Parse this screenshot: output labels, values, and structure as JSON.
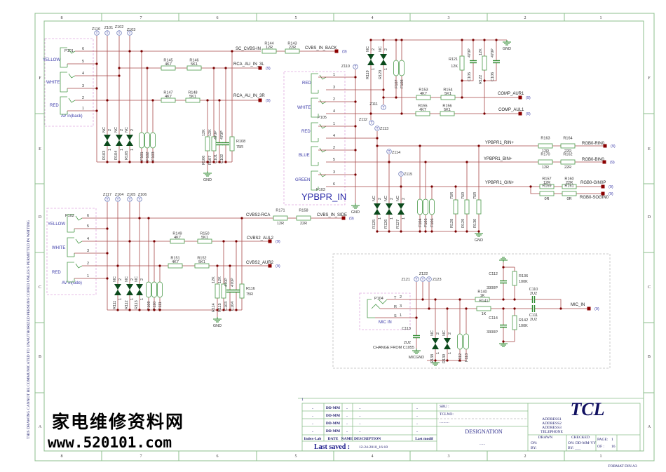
{
  "sheet": {
    "columns": [
      "8",
      "7",
      "6",
      "5",
      "4",
      "3",
      "2",
      "1"
    ],
    "rows": [
      "F",
      "E",
      "D",
      "C",
      "B",
      "A"
    ],
    "disclaimer": "THIS DRAWING CANNOT BE COMMUNICATED TO UNAUTHORIZED PERSONS COPIED UNLES S PERMITTED IN WRITING",
    "format": "FORMAT DIN A3",
    "revision_digit": "1"
  },
  "colors": {
    "wire": "#a84848",
    "junction": "#7a0000",
    "component": "#4a9a4a",
    "tvs": "#0b4a1c",
    "label_blue": "#3a3aa8",
    "frame": "#8cbf8c",
    "brand": "#101060"
  },
  "connectors": {
    "P101": {
      "ref": "P101",
      "label": "AV in(back)",
      "jacks": [
        "YELLOW",
        "WHITE",
        "RED"
      ],
      "pins": [
        "6",
        "5",
        "4",
        "3",
        "2",
        "1"
      ]
    },
    "P102": {
      "ref": "P102",
      "label": "AV in(side)",
      "jacks": [
        "YELLOW",
        "WHITE",
        "RED"
      ],
      "pins": [
        "6",
        "5",
        "4",
        "3",
        "2",
        "1"
      ]
    },
    "P105": {
      "ref": "P105",
      "jacks": [
        "RED",
        "WHITE"
      ],
      "pins": [
        "1",
        "3",
        "2",
        "4"
      ]
    },
    "P103": {
      "ref": "P103",
      "title": "YPBPR_IN",
      "jacks": [
        "RED",
        "BLUE",
        "GREEN"
      ],
      "pins": [
        "1",
        "4",
        "2",
        "5",
        "3",
        "6"
      ]
    },
    "P104": {
      "ref": "P104",
      "label": "MIC IN",
      "pins": [
        {
          "name": "T",
          "num": "2"
        },
        {
          "name": "R",
          "num": "3"
        },
        {
          "name": "S",
          "num": "1"
        }
      ]
    }
  },
  "testpoints": {
    "glyph": "T",
    "Z116": "Z116",
    "Z101": "Z101",
    "Z102": "Z102",
    "Z103": "Z103",
    "Z110": "Z110",
    "Z111": "Z111",
    "Z112": "Z112",
    "Z113": "Z113",
    "Z114": "Z114",
    "Z115": "Z115",
    "Z117": "Z117",
    "Z104": "Z104",
    "Z105": "Z105",
    "Z106": "Z106",
    "Z121": "Z121",
    "Z122": "Z122",
    "Z123": "Z123"
  },
  "tvs_pins": {
    "top": "2",
    "bottom": "1"
  },
  "parts": {
    "R144": {
      "ref": "R144",
      "value": "12R"
    },
    "R143": {
      "ref": "R143",
      "value": "22R"
    },
    "R145": {
      "ref": "R145",
      "value": "4K7"
    },
    "R146": {
      "ref": "R146",
      "value": "5K1"
    },
    "R147": {
      "ref": "R147",
      "value": "4K7"
    },
    "R148": {
      "ref": "R148",
      "value": "5K1"
    },
    "R103": {
      "ref": "R103",
      "value": "NC"
    },
    "R104": {
      "ref": "R104",
      "value": "NC"
    },
    "R105": {
      "ref": "R105",
      "value": "NC"
    },
    "F101": {
      "ref": "F101"
    },
    "F102": {
      "ref": "F102"
    },
    "F103": {
      "ref": "F103"
    },
    "R106": {
      "ref": "R106",
      "value": "12K"
    },
    "R107": {
      "ref": "R107",
      "value": "12K"
    },
    "C101": {
      "ref": "C101",
      "value": "470P"
    },
    "C102": {
      "ref": "C102",
      "value": "470P"
    },
    "R108": {
      "ref": "R108",
      "value": "75R"
    },
    "R119": {
      "ref": "R119",
      "value": "NC"
    },
    "R120": {
      "ref": "R120",
      "value": "NC"
    },
    "F107": {
      "ref": "F107"
    },
    "F108": {
      "ref": "F108"
    },
    "R121": {
      "ref": "R121",
      "value": "12K"
    },
    "C105": {
      "ref": "C105",
      "value": "470P"
    },
    "R122": {
      "ref": "R122",
      "value": "12K"
    },
    "C106": {
      "ref": "C106",
      "value": "470P"
    },
    "R153": {
      "ref": "R153",
      "value": "4K7"
    },
    "R154": {
      "ref": "R154",
      "value": "5K1"
    },
    "R155": {
      "ref": "R155",
      "value": "4K7"
    },
    "R156": {
      "ref": "R156",
      "value": "5K1"
    },
    "R163": {
      "ref": "R163",
      "value": "12R"
    },
    "R164": {
      "ref": "R164",
      "value": "22R"
    },
    "R170": {
      "ref": "R170",
      "value": "12R"
    },
    "R162": {
      "ref": "R162",
      "value": "22R"
    },
    "R157": {
      "ref": "R157",
      "value": "12R"
    },
    "R160": {
      "ref": "R160",
      "value": "22R"
    },
    "R169": {
      "ref": "R169",
      "value": "0R"
    },
    "R161": {
      "ref": "R161",
      "value": "0R"
    },
    "R125": {
      "ref": "R125",
      "value": "NC"
    },
    "R126": {
      "ref": "R126",
      "value": "NC"
    },
    "R127": {
      "ref": "R127",
      "value": "NC"
    },
    "F104": {
      "ref": "F104"
    },
    "F105": {
      "ref": "F105"
    },
    "F106": {
      "ref": "F106"
    },
    "R128": {
      "ref": "R128",
      "value": "75R"
    },
    "R129": {
      "ref": "R129",
      "value": "75R"
    },
    "R130": {
      "ref": "R130",
      "value": "75R"
    },
    "R171": {
      "ref": "R171",
      "value": "12R"
    },
    "R158": {
      "ref": "R158",
      "value": "22R"
    },
    "R149": {
      "ref": "R149",
      "value": "4K7"
    },
    "R150": {
      "ref": "R150",
      "value": "5K1"
    },
    "R151": {
      "ref": "R151",
      "value": "4K7"
    },
    "R152": {
      "ref": "R152",
      "value": "5K1"
    },
    "R111": {
      "ref": "R111",
      "value": "NC"
    },
    "R112": {
      "ref": "R112",
      "value": "NC"
    },
    "R113": {
      "ref": "R113",
      "value": "NC"
    },
    "F109": {
      "ref": "F109"
    },
    "F110": {
      "ref": "F110"
    },
    "F111": {
      "ref": "F111"
    },
    "R114": {
      "ref": "R114",
      "value": "12K"
    },
    "R115": {
      "ref": "R115",
      "value": "12K"
    },
    "C103": {
      "ref": "C103",
      "value": "470P"
    },
    "C104": {
      "ref": "C104",
      "value": "470P"
    },
    "R116": {
      "ref": "R116",
      "value": "75R"
    },
    "R140": {
      "ref": "R140",
      "value": "1K"
    },
    "R141": {
      "ref": "R141",
      "value": "1K"
    },
    "C112": {
      "ref": "C112",
      "value": "3300P"
    },
    "R136": {
      "ref": "R136",
      "value": "100K"
    },
    "C110": {
      "ref": "C110",
      "value": "2U2"
    },
    "C111": {
      "ref": "C111",
      "value": "2U2"
    },
    "C114": {
      "ref": "C114",
      "value": "3300P"
    },
    "R142": {
      "ref": "R142",
      "value": "100K"
    },
    "C113": {
      "ref": "C113",
      "value": "2U2"
    },
    "R138": {
      "ref": "R138",
      "value": "NC"
    },
    "R139": {
      "ref": "R139",
      "value": "NC"
    },
    "F112": {
      "ref": "F112"
    },
    "F113": {
      "ref": "F113"
    }
  },
  "nets": {
    "sc_cvbs_in": "SC_CVBS-IN",
    "cvbs_in_back": "CVBS_IN_BACK",
    "rca_au_in_3l": "RCA_AU_IN_3L",
    "rca_au_in_3r": "RCA_AU_IN_3R",
    "comp_aur1": "COMP_AUR1",
    "comp_aul1": "COMP_AUL1",
    "ypbpr1_rin": "YPBPR1_RIN+",
    "ypbpr1_bin": "YPBPR1_BIN+",
    "ypbpr1_gin": "YPBPR1_GIN+",
    "rgb0_rin0": "RGB0-RIN0",
    "rgb0_bin0": "RGB0-BIN0",
    "rgb0_gin0p": "RGB0-GIN0P",
    "rgb0_sogin0": "RGB0-SOGIN0",
    "cvbs2_rca": "CVBS2-RCA",
    "cvbs_in_side": "CVBS_IN_SIDE",
    "cvbs2_aul2": "CVBS2_AUL2",
    "cvbs2_aur2": "CVBS2_AUR2",
    "mic_in": "MIC_IN"
  },
  "sheet_ref": "(9)",
  "ground": {
    "gnd": "GND",
    "micgnd": "MICGND"
  },
  "notes": {
    "change": "CHANGE FROM C1055"
  },
  "title_block": {
    "rows": [
      [
        "..",
        "DD-MM",
        "..",
        "..",
        ".."
      ],
      [
        "..",
        "DD-MM",
        "..",
        "..",
        ".."
      ],
      [
        "..",
        "DD-MM",
        "..",
        "..",
        ".."
      ],
      [
        "..",
        "DD-MM",
        "..",
        "..",
        ".."
      ]
    ],
    "header": [
      "Index-Lab",
      "DATE",
      "NAME",
      "DESCRIPTION",
      "Last modif"
    ],
    "last_saved_label": "Last saved :",
    "last_saved_value": "12-24-2010_16:18",
    "sbu": "SBU :",
    "tclno": "TCLNO:",
    "tclno_value": "..........",
    "designation": "DESIGNATION",
    "designation_value": "......",
    "company": "TCL",
    "address": [
      "ADDRESS1",
      "ADDRESS2",
      "ADDRESS3",
      "TELEPHONE"
    ],
    "drawn": "DRAWN",
    "drawn_on": "ON:",
    "drawn_by": "BY:",
    "checked": "CHECKED",
    "checked_on": "ON:  DD-MM-YY",
    "checked_by": "BY:  ___",
    "page_label": "PAGE:",
    "page": "1",
    "of_label": "OF :",
    "of": "16"
  },
  "watermark": {
    "chinese": "家电维修资料网",
    "url": "www.520101.com"
  }
}
